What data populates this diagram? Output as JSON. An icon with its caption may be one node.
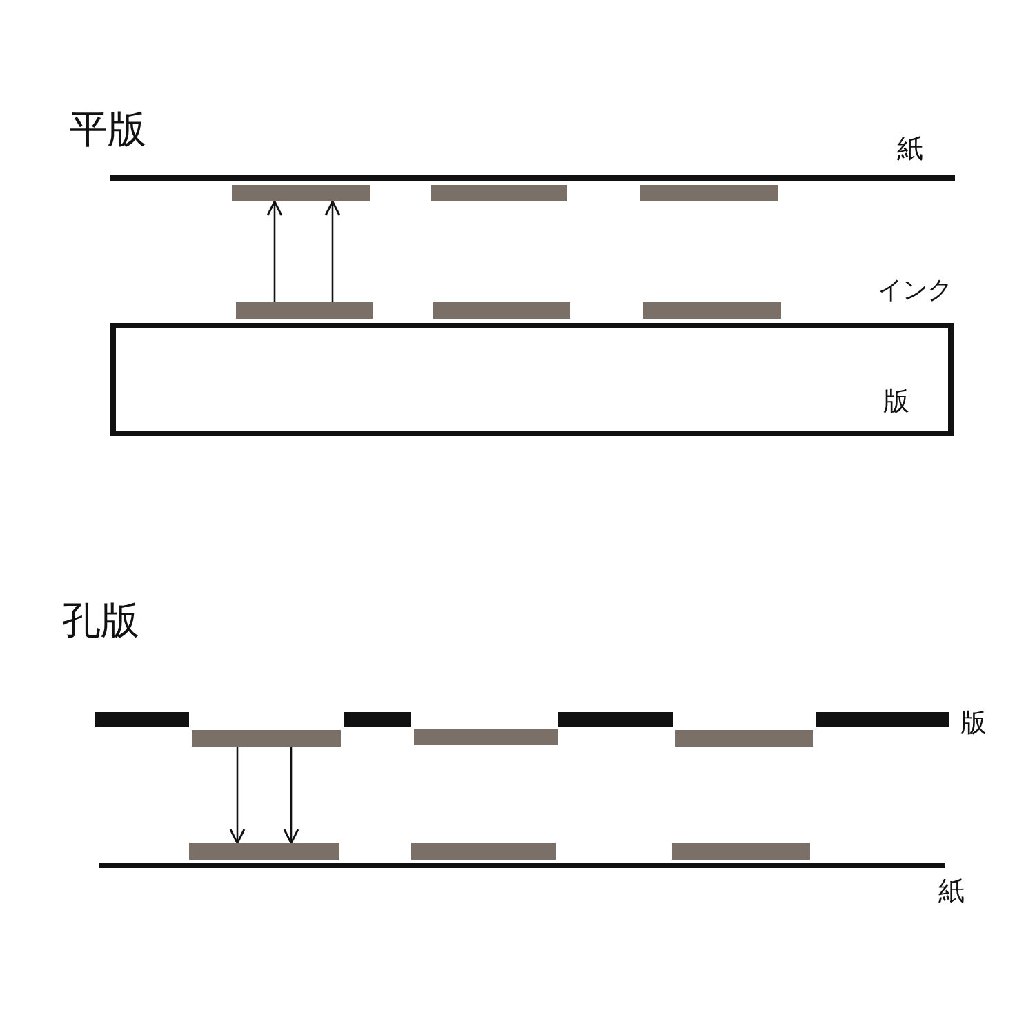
{
  "diagram": {
    "nodes": [
      {
        "text": [
          "紙"
        ]
      },
      {
        "text": [],
        "shape": "bar"
      },
      {
        "text": [],
        "shape": "bar"
      },
      {
        "text": [],
        "shape": "bar"
      },
      {
        "text": [],
        "shape": "bar"
      },
      {
        "text": [],
        "shape": "bar"
      },
      {
        "text": [],
        "shape": "bar"
      },
      {
        "text": [
          "版"
        ]
      },
      {
        "text": [
          "版"
        ]
      },
      {
        "text": [],
        "shape": "bar"
      },
      {
        "text": [],
        "shape": "bar"
      },
      {
        "text": [],
        "shape": "bar"
      },
      {
        "text": [
          "紙"
        ]
      },
      {
        "text": [],
        "shape": "bar"
      },
      {
        "text": [],
        "shape": "bar"
      },
      {
        "text": [],
        "shape": "bar"
      }
    ],
    "edges": [
      {
        "from": 4,
        "to": 1,
        "arrow": "to"
      },
      {
        "from": 4,
        "to": 1,
        "arrow": "to"
      },
      {
        "from": 9,
        "to": 13,
        "arrow": "to"
      },
      {
        "from": 9,
        "to": 13,
        "arrow": "to"
      }
    ],
    "labels": [
      "平版",
      "インク",
      "孔版"
    ]
  }
}
